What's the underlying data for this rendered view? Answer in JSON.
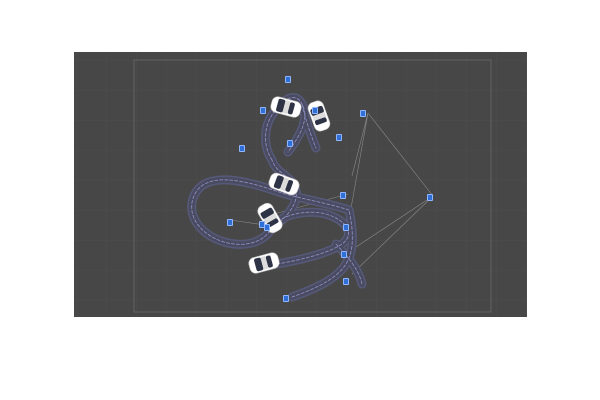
{
  "colors": {
    "page_background": "#ffffff",
    "viewport_background": "#474747",
    "grid_line": "#525252",
    "bounds_line": "#6a6a6a",
    "track_edge": "#565a7a",
    "track_surface": "#4a4a60",
    "track_dashes": "#8a8ec0",
    "node_label_fill": "#2f6fd6",
    "node_label_text": "#ffffff",
    "link_line": "#8a8a8a",
    "car_body": "#ffffff",
    "car_body_shade": "#dcdcdc",
    "car_glass": "#2e3446"
  },
  "vehicles": [
    {
      "name": "car-1",
      "color": "white"
    },
    {
      "name": "car-2",
      "color": "white"
    },
    {
      "name": "car-3",
      "color": "white"
    },
    {
      "name": "car-4",
      "color": "white"
    },
    {
      "name": "car-5",
      "color": "white"
    }
  ],
  "node_labels": [
    {
      "name": "node-label-1",
      "text": ""
    },
    {
      "name": "node-label-2",
      "text": ""
    },
    {
      "name": "node-label-3",
      "text": ""
    },
    {
      "name": "node-label-4",
      "text": ""
    },
    {
      "name": "node-label-5",
      "text": ""
    },
    {
      "name": "node-label-6",
      "text": ""
    },
    {
      "name": "node-label-7",
      "text": ""
    },
    {
      "name": "node-label-8",
      "text": ""
    },
    {
      "name": "node-label-9",
      "text": ""
    },
    {
      "name": "node-label-10",
      "text": ""
    },
    {
      "name": "node-label-11",
      "text": ""
    },
    {
      "name": "node-label-12",
      "text": ""
    },
    {
      "name": "node-label-13",
      "text": ""
    },
    {
      "name": "node-label-14",
      "text": ""
    },
    {
      "name": "node-label-15",
      "text": ""
    },
    {
      "name": "node-label-16",
      "text": ""
    }
  ]
}
